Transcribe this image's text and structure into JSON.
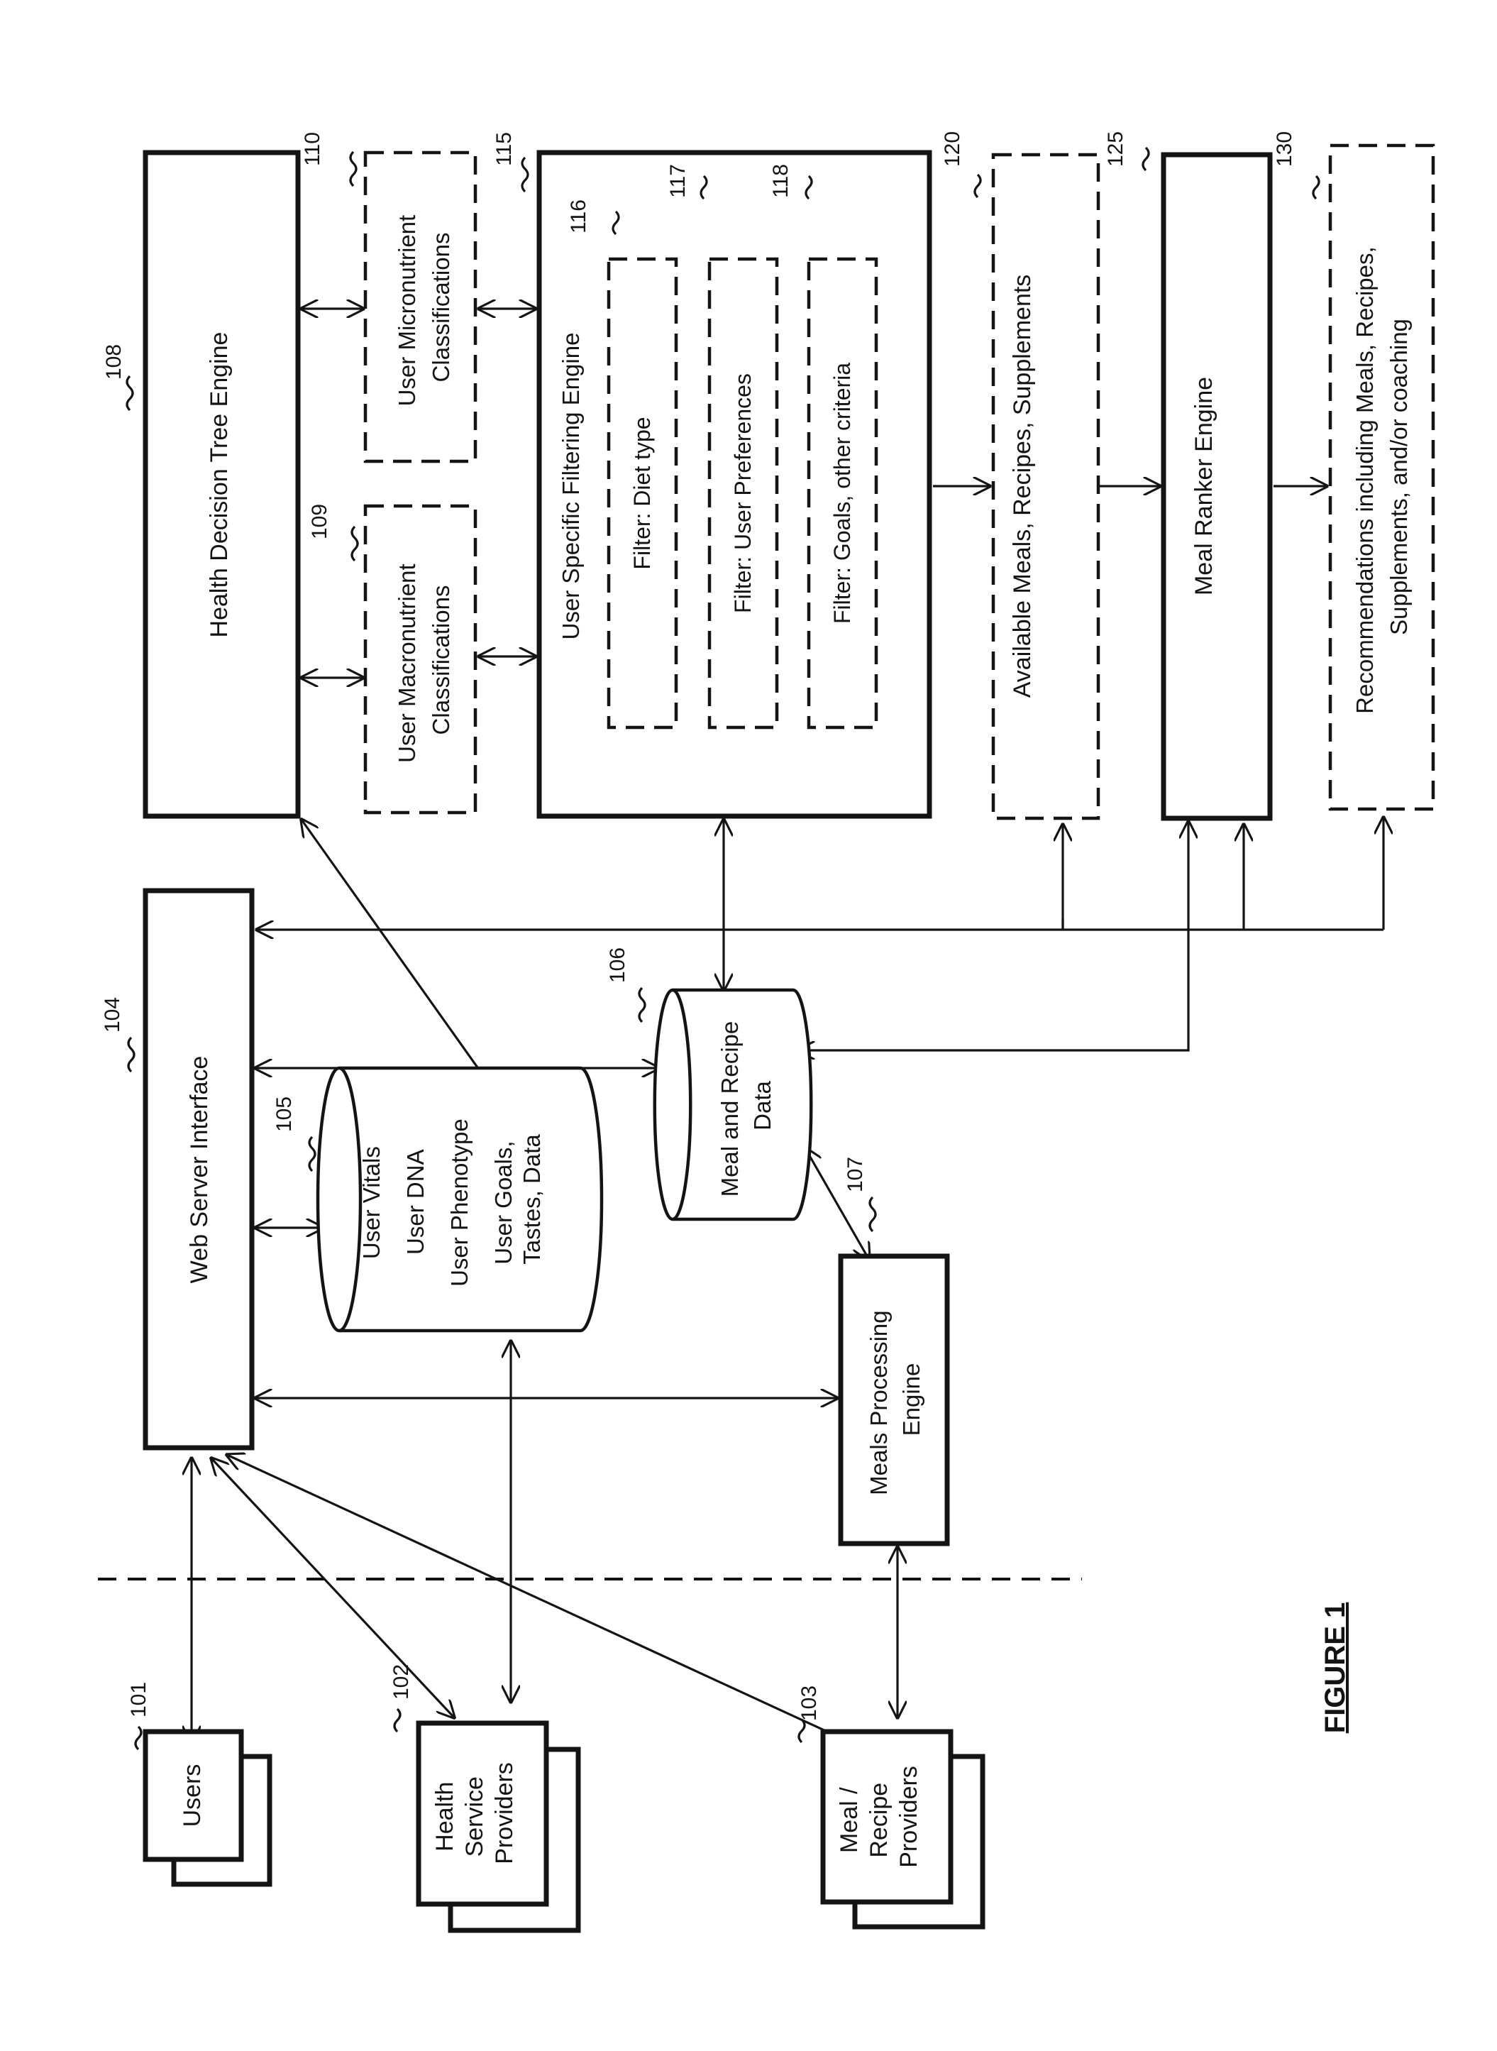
{
  "figure_caption": "FIGURE 1",
  "refs": {
    "r101": "101",
    "r102": "102",
    "r103": "103",
    "r104": "104",
    "r105": "105",
    "r106": "106",
    "r107": "107",
    "r108": "108",
    "r109": "109",
    "r110": "110",
    "r115": "115",
    "r116": "116",
    "r117": "117",
    "r118": "118",
    "r120": "120",
    "r125": "125",
    "r130": "130"
  },
  "nodes": {
    "users": "Users",
    "health_providers": [
      "Health",
      "Service",
      "Providers"
    ],
    "meal_providers": [
      "Meal /",
      "Recipe",
      "Providers"
    ],
    "web_server": "Web Server Interface",
    "user_db": [
      "User Vitals",
      "User DNA",
      "User Phenotype",
      "User Goals,",
      "Tastes, Data"
    ],
    "meal_db": [
      "Meal and Recipe",
      "Data"
    ],
    "meals_processing": [
      "Meals Processing",
      "Engine"
    ],
    "health_tree": "Health Decision Tree Engine",
    "macro": [
      "User Macronutrient",
      "Classifications"
    ],
    "micro": [
      "User Micronutrient",
      "Classifications"
    ],
    "filtering": "User Specific Filtering Engine",
    "filter_diet": "Filter: Diet type",
    "filter_prefs": "Filter: User Preferences",
    "filter_goals": "Filter: Goals, other criteria",
    "available": "Available Meals, Recipes, Supplements",
    "ranker": "Meal Ranker Engine",
    "recommendations": [
      "Recommendations including Meals, Recipes,",
      "Supplements, and/or coaching"
    ]
  }
}
